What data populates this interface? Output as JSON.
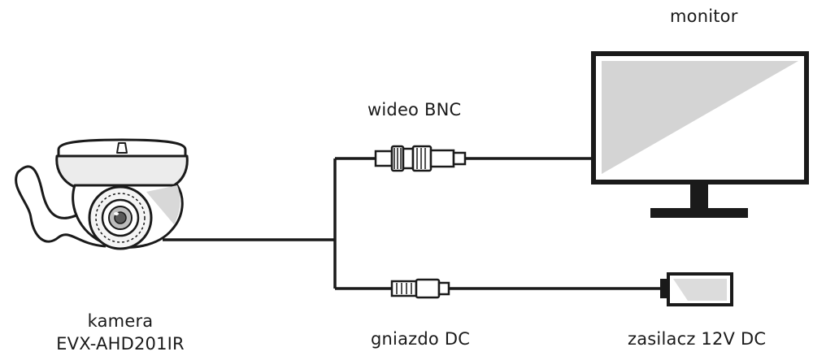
{
  "labels": {
    "monitor": "monitor",
    "video": "wideo BNC",
    "camera_line1": "kamera",
    "camera_line2": "EVX-AHD201IR",
    "dc_socket": "gniazdo DC",
    "power_supply": "zasilacz 12V DC"
  },
  "colors": {
    "ink": "#1a1a1a",
    "screen_shade": "#d4d4d4",
    "body_shade": "#e6e6e6"
  }
}
